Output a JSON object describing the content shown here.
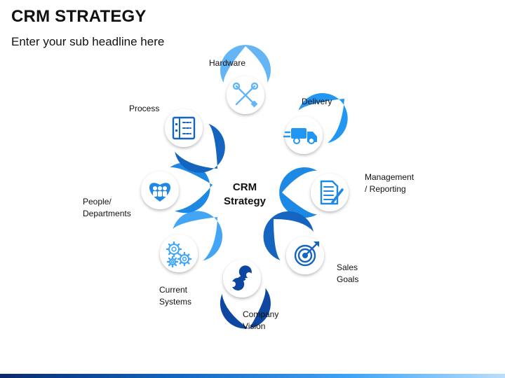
{
  "header": {
    "title": "CRM STRATEGY",
    "subtitle": "Enter your sub headline here"
  },
  "center": {
    "line1": "CRM",
    "line2": "Strategy"
  },
  "items": [
    {
      "id": "hardware",
      "lines": [
        "Hardware"
      ],
      "icon": "tools-icon",
      "color": "#64b5f6"
    },
    {
      "id": "delivery",
      "lines": [
        "Delivery"
      ],
      "icon": "delivery-truck-icon",
      "color": "#2196f3"
    },
    {
      "id": "management",
      "lines": [
        "Management",
        "/ Reporting"
      ],
      "icon": "report-document-icon",
      "color": "#1e88e5"
    },
    {
      "id": "sales",
      "lines": [
        "Sales",
        "Goals"
      ],
      "icon": "target-icon",
      "color": "#1565c0"
    },
    {
      "id": "vision",
      "lines": [
        "Company",
        "Vision"
      ],
      "icon": "binoculars-icon",
      "color": "#0d47a1"
    },
    {
      "id": "systems",
      "lines": [
        "Current",
        "Systems"
      ],
      "icon": "gears-icon",
      "color": "#42a5f5"
    },
    {
      "id": "people",
      "lines": [
        "People/",
        "Departments"
      ],
      "icon": "people-heart-icon",
      "color": "#1e88e5"
    },
    {
      "id": "process",
      "lines": [
        "Process"
      ],
      "icon": "process-board-icon",
      "color": "#1565c0"
    }
  ]
}
